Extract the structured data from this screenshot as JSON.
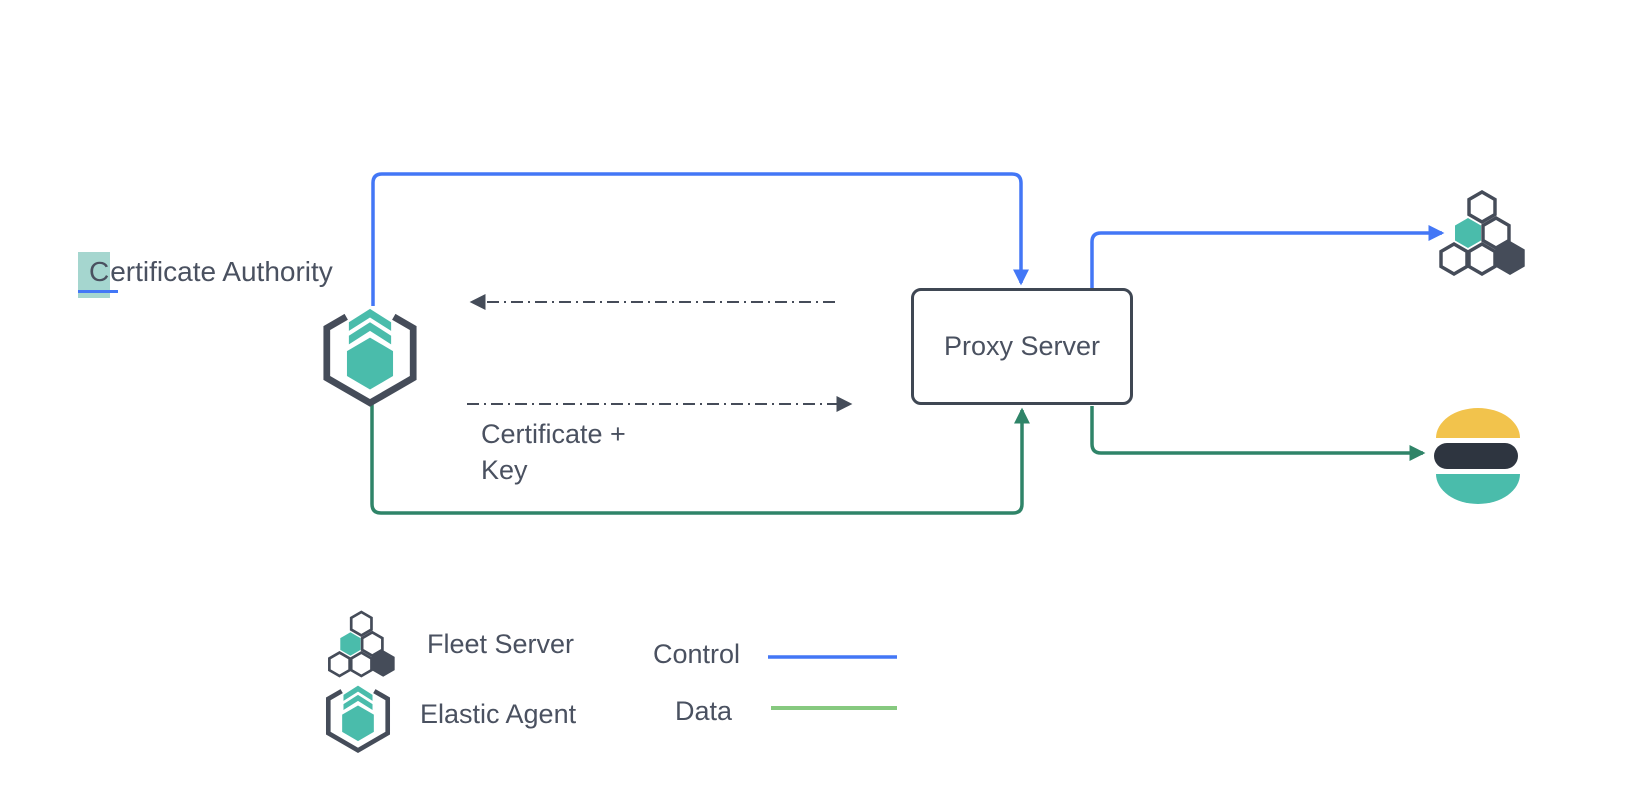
{
  "colors": {
    "control": "#4377f6",
    "data": "#2f8468",
    "data_legend": "#86c97f",
    "teal": "#4abcab",
    "dark": "#454c59",
    "text": "#4a5160",
    "yellow": "#f2c34c",
    "es_dark": "#2e3540",
    "highlight": "#a5d6cf",
    "bg": "#ffffff"
  },
  "nodes": {
    "certificate_authority": {
      "label_highlight": "C",
      "label_rest": "ertificate Authority"
    },
    "proxy_server": {
      "label": "Proxy Server"
    },
    "certificate_key": {
      "label": "Certificate +\nKey"
    }
  },
  "icons": {
    "elastic_agent": "hexagon-frame-with-teal-hexagon-and-chevrons",
    "fleet_server": "hexagon-cluster",
    "elasticsearch": "elastic-logo-yellow-dark-teal"
  },
  "legend": {
    "fleet_server": "Fleet Server",
    "elastic_agent": "Elastic Agent",
    "control": "Control",
    "data": "Data"
  }
}
